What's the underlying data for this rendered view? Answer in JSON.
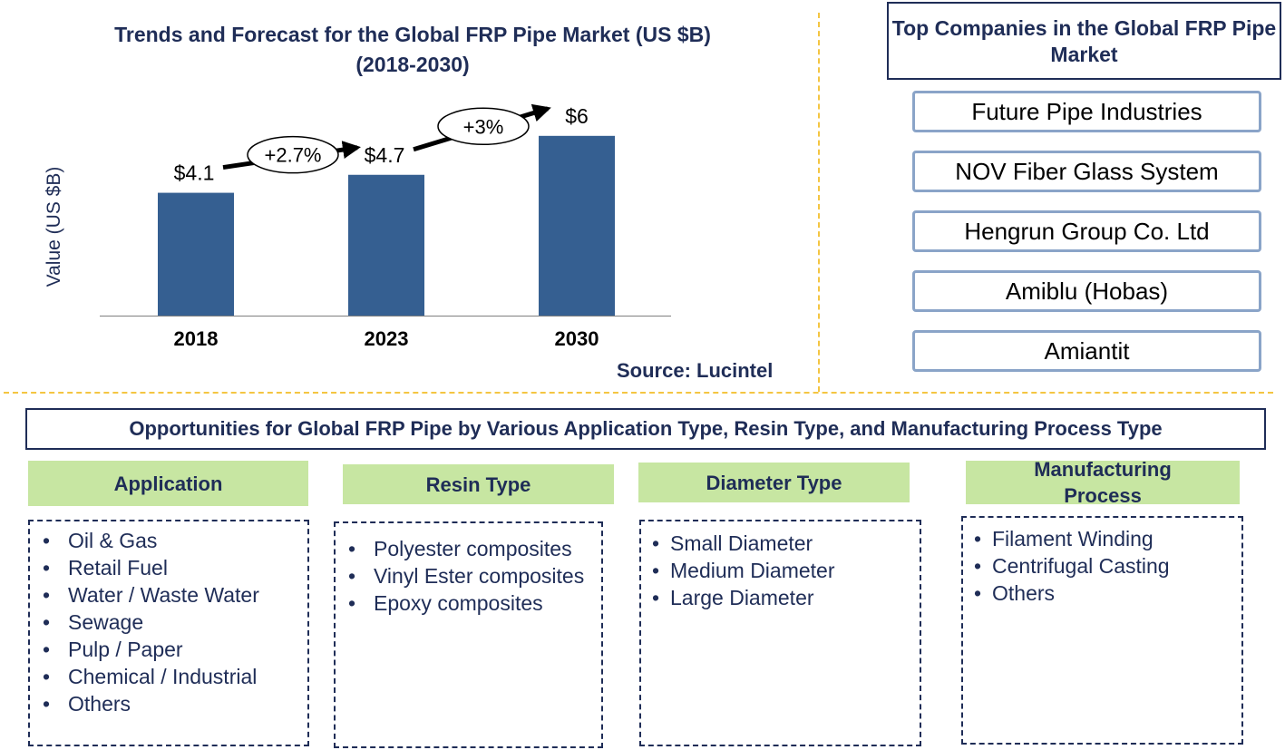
{
  "chart_data": {
    "type": "bar",
    "title": "Trends and Forecast for the Global FRP Pipe Market (US $B)",
    "subtitle": "(2018-2030)",
    "ylabel": "Value (US $B)",
    "categories": [
      "2018",
      "2023",
      "2030"
    ],
    "values": [
      4.1,
      4.7,
      6
    ],
    "data_labels": [
      "$4.1",
      "$4.7",
      "$6"
    ],
    "growth_labels": [
      "+2.7%",
      "+3%"
    ],
    "bar_color": "#355f91",
    "ylim": [
      0,
      6.6
    ],
    "grid": false
  },
  "source": "Source: Lucintel",
  "companies": {
    "title": "Top Companies in the Global FRP Pipe Market",
    "items": [
      "Future Pipe Industries",
      "NOV Fiber Glass System",
      "Hengrun Group Co. Ltd",
      "Amiblu (Hobas)",
      "Amiantit"
    ]
  },
  "opportunities": {
    "title": "Opportunities for Global FRP Pipe by Various Application Type, Resin Type, and Manufacturing Process Type",
    "application": {
      "label": "Application",
      "items": [
        "Oil & Gas",
        "Retail Fuel",
        "Water / Waste Water",
        "Sewage",
        "Pulp / Paper",
        "Chemical / Industrial",
        "Others"
      ]
    },
    "resin": {
      "label": "Resin Type",
      "items": [
        "Polyester composites",
        "Vinyl Ester composites",
        "Epoxy composites"
      ]
    },
    "diameter": {
      "label": "Diameter Type",
      "items": [
        "Small Diameter",
        "Medium Diameter",
        "Large Diameter"
      ]
    },
    "manufacturing": {
      "label": "Manufacturing Process",
      "items": [
        "Filament Winding",
        "Centrifugal Casting",
        "Others"
      ]
    }
  },
  "colors": {
    "navy": "#1f2d57",
    "bar": "#355f91",
    "category_fill": "#c7e6a2",
    "divider": "#f4c542",
    "company_border": "#8aa4c8"
  }
}
